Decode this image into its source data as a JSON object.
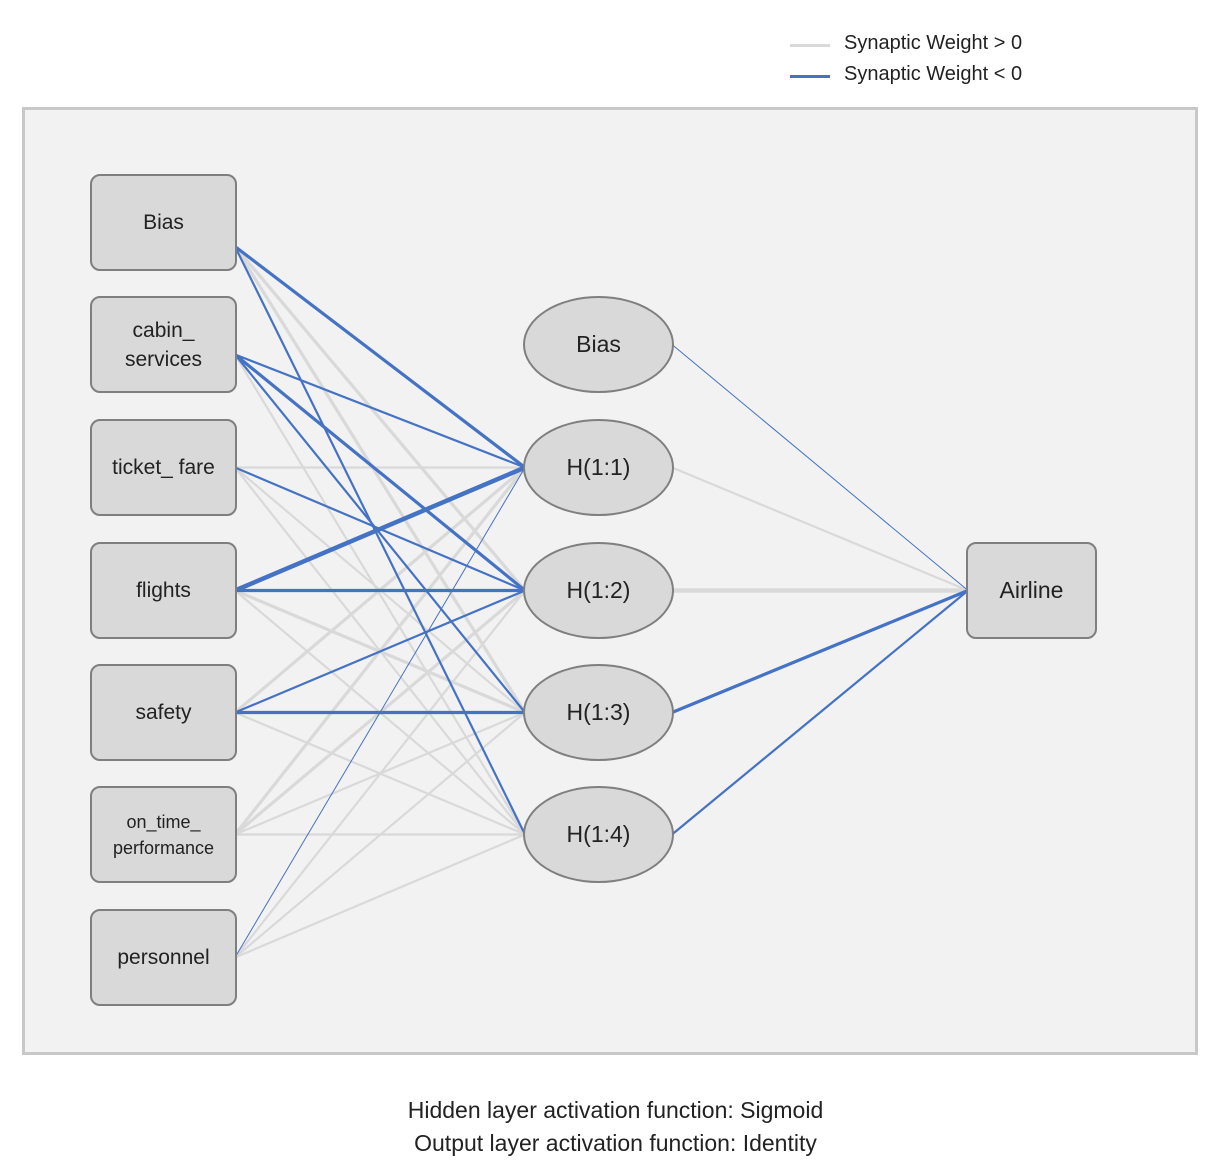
{
  "legend": {
    "positive": {
      "label": "Synaptic Weight > 0",
      "color": "#d9d9d9"
    },
    "negative": {
      "label": "Synaptic Weight < 0",
      "color": "#4472c4"
    }
  },
  "layers": {
    "input": [
      "Bias",
      "cabin_ services",
      "ticket_ fare",
      "flights",
      "safety",
      "on_time_ performance",
      "personnel"
    ],
    "hidden": [
      "Bias",
      "H(1:1)",
      "H(1:2)",
      "H(1:3)",
      "H(1:4)"
    ],
    "output": [
      "Airline"
    ]
  },
  "input_labels": {
    "bias": "Bias",
    "cabin_line1": "cabin_",
    "cabin_line2": "services",
    "ticket_fare": "ticket_ fare",
    "flights": "flights",
    "safety": "safety",
    "otp_line1": "on_time_",
    "otp_line2": "performance",
    "personnel": "personnel"
  },
  "hidden_labels": {
    "bias": "Bias",
    "h11": "H(1:1)",
    "h12": "H(1:2)",
    "h13": "H(1:3)",
    "h14": "H(1:4)"
  },
  "output_labels": {
    "airline": "Airline"
  },
  "connections": [
    {
      "from": "Bias",
      "to": "H(1:1)",
      "sign": "negative",
      "strength": 3
    },
    {
      "from": "Bias",
      "to": "H(1:2)",
      "sign": "positive",
      "strength": 3
    },
    {
      "from": "Bias",
      "to": "H(1:3)",
      "sign": "positive",
      "strength": 3
    },
    {
      "from": "Bias",
      "to": "H(1:4)",
      "sign": "negative",
      "strength": 2
    },
    {
      "from": "cabin_ services",
      "to": "H(1:1)",
      "sign": "negative",
      "strength": 2
    },
    {
      "from": "cabin_ services",
      "to": "H(1:2)",
      "sign": "negative",
      "strength": 3
    },
    {
      "from": "cabin_ services",
      "to": "H(1:3)",
      "sign": "negative",
      "strength": 2
    },
    {
      "from": "cabin_ services",
      "to": "H(1:4)",
      "sign": "positive",
      "strength": 2
    },
    {
      "from": "ticket_ fare",
      "to": "H(1:1)",
      "sign": "positive",
      "strength": 2
    },
    {
      "from": "ticket_ fare",
      "to": "H(1:2)",
      "sign": "negative",
      "strength": 2
    },
    {
      "from": "ticket_ fare",
      "to": "H(1:3)",
      "sign": "positive",
      "strength": 2
    },
    {
      "from": "ticket_ fare",
      "to": "H(1:4)",
      "sign": "positive",
      "strength": 2
    },
    {
      "from": "flights",
      "to": "H(1:1)",
      "sign": "negative",
      "strength": 4
    },
    {
      "from": "flights",
      "to": "H(1:2)",
      "sign": "negative",
      "strength": 3
    },
    {
      "from": "flights",
      "to": "H(1:3)",
      "sign": "positive",
      "strength": 3
    },
    {
      "from": "flights",
      "to": "H(1:4)",
      "sign": "positive",
      "strength": 2
    },
    {
      "from": "safety",
      "to": "H(1:1)",
      "sign": "positive",
      "strength": 3
    },
    {
      "from": "safety",
      "to": "H(1:2)",
      "sign": "negative",
      "strength": 2
    },
    {
      "from": "safety",
      "to": "H(1:3)",
      "sign": "negative",
      "strength": 3
    },
    {
      "from": "safety",
      "to": "H(1:4)",
      "sign": "positive",
      "strength": 2
    },
    {
      "from": "on_time_ performance",
      "to": "H(1:1)",
      "sign": "positive",
      "strength": 3
    },
    {
      "from": "on_time_ performance",
      "to": "H(1:2)",
      "sign": "positive",
      "strength": 3
    },
    {
      "from": "on_time_ performance",
      "to": "H(1:3)",
      "sign": "positive",
      "strength": 2
    },
    {
      "from": "on_time_ performance",
      "to": "H(1:4)",
      "sign": "positive",
      "strength": 2
    },
    {
      "from": "personnel",
      "to": "H(1:1)",
      "sign": "negative",
      "strength": 1
    },
    {
      "from": "personnel",
      "to": "H(1:2)",
      "sign": "positive",
      "strength": 2
    },
    {
      "from": "personnel",
      "to": "H(1:3)",
      "sign": "positive",
      "strength": 2
    },
    {
      "from": "personnel",
      "to": "H(1:4)",
      "sign": "positive",
      "strength": 2
    },
    {
      "from": "Bias",
      "to": "Airline",
      "sign": "negative",
      "strength": 1
    },
    {
      "from": "H(1:1)",
      "to": "Airline",
      "sign": "positive",
      "strength": 2
    },
    {
      "from": "H(1:2)",
      "to": "Airline",
      "sign": "positive",
      "strength": 4
    },
    {
      "from": "H(1:3)",
      "to": "Airline",
      "sign": "negative",
      "strength": 3
    },
    {
      "from": "H(1:4)",
      "to": "Airline",
      "sign": "negative",
      "strength": 2
    }
  ],
  "footer": {
    "hidden_activation": "Hidden layer activation function: Sigmoid",
    "output_activation": "Output layer activation function: Identity"
  }
}
